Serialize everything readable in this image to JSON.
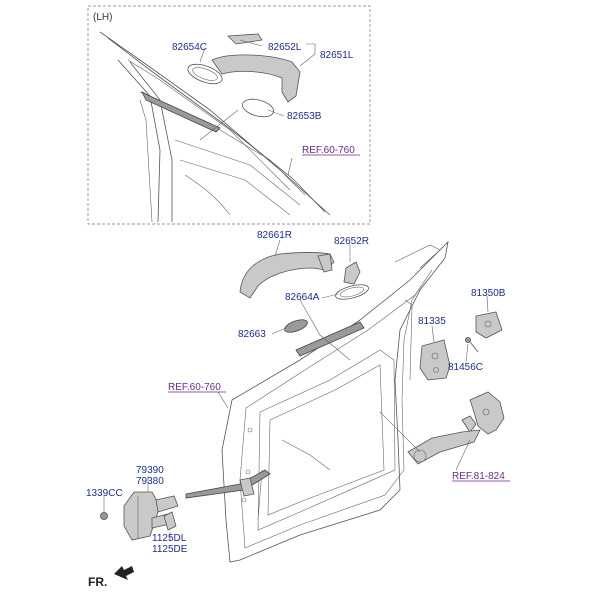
{
  "inset": {
    "title": "(LH)",
    "labels": [
      "82654C",
      "82652L",
      "82651L",
      "82653B"
    ],
    "ref": "REF.60-760"
  },
  "main": {
    "labels": [
      "82661R",
      "82652R",
      "82664A",
      "82663",
      "81350B",
      "81335",
      "81456C",
      "79390",
      "79380",
      "1339CC",
      "1125DL",
      "1125DE"
    ],
    "refs": [
      "REF.60-760",
      "REF.81-824"
    ]
  },
  "direction": {
    "label": "FR."
  }
}
